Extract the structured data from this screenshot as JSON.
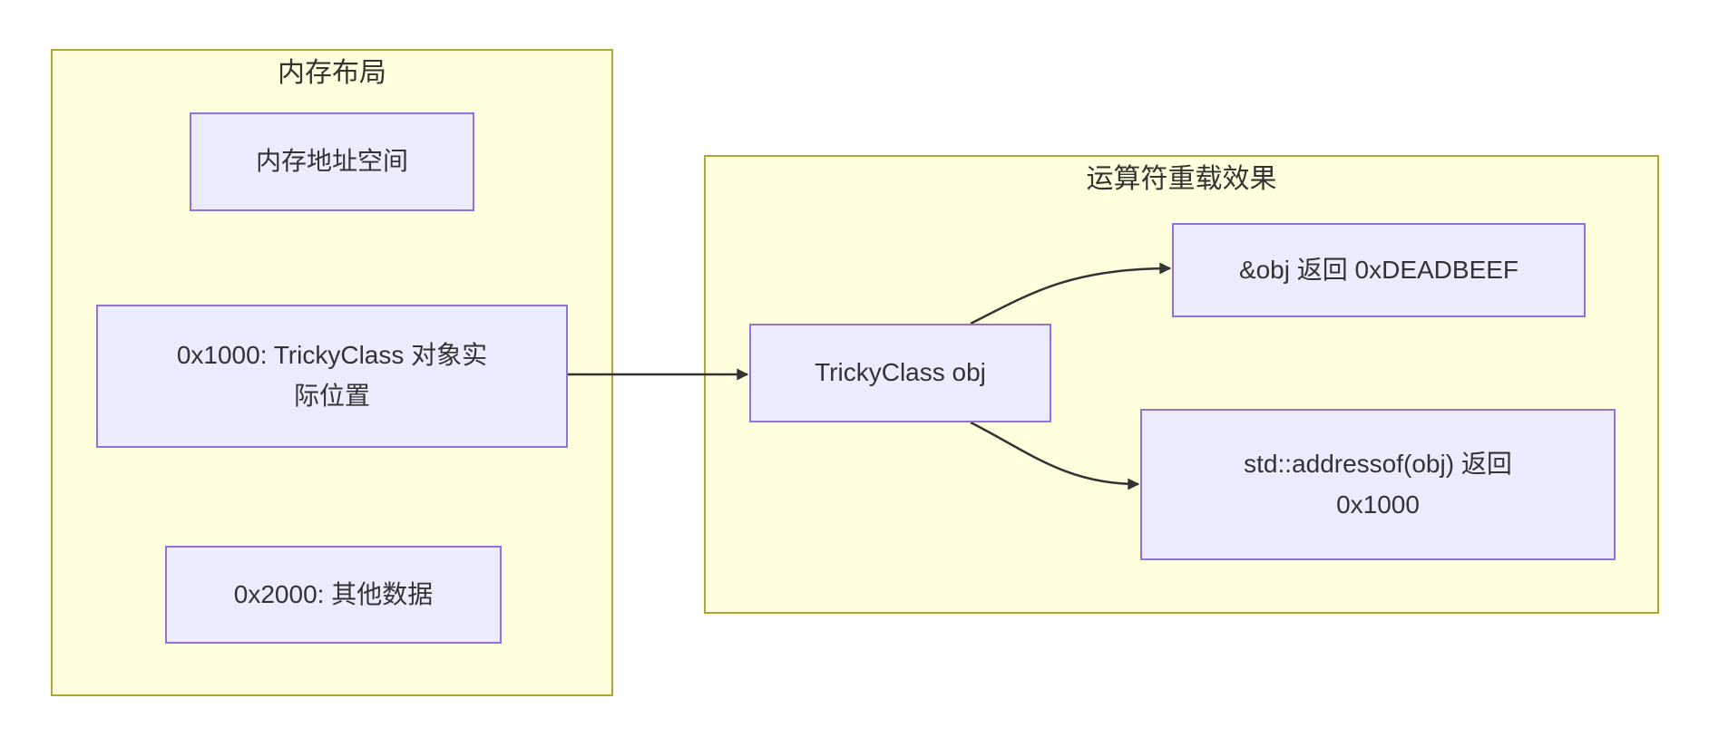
{
  "diagram": {
    "type": "flowchart",
    "direction": "left-to-right",
    "clusters": [
      {
        "id": "memory-layout",
        "title": "内存布局"
      },
      {
        "id": "operator-overload",
        "title": "运算符重载效果"
      }
    ],
    "nodes": {
      "mem_space": {
        "label": "内存地址空间",
        "cluster": "memory-layout"
      },
      "obj_location": {
        "label": "0x1000: TrickyClass 对象实际位置",
        "line1": "0x1000: TrickyClass 对象实",
        "line2": "际位置",
        "cluster": "memory-layout"
      },
      "other_data": {
        "label": "0x2000: 其他数据",
        "cluster": "memory-layout"
      },
      "tricky_obj": {
        "label": "TrickyClass obj",
        "cluster": "operator-overload"
      },
      "deadbeef": {
        "label": "&obj 返回 0xDEADBEEF",
        "cluster": "operator-overload"
      },
      "addressof": {
        "label": "std::addressof(obj) 返回 0x1000",
        "line1": "std::addressof(obj) 返回",
        "line2": "0x1000",
        "cluster": "operator-overload"
      }
    },
    "edges": [
      {
        "from": "obj_location",
        "to": "tricky_obj",
        "style": "straight-arrow"
      },
      {
        "from": "tricky_obj",
        "to": "deadbeef",
        "style": "curved-arrow"
      },
      {
        "from": "tricky_obj",
        "to": "addressof",
        "style": "curved-arrow"
      }
    ],
    "colors": {
      "cluster_fill": "#ffffde",
      "cluster_border": "#aaaa33",
      "node_fill": "#ececff",
      "node_border": "#9370db",
      "text": "#333333",
      "edge": "#333333",
      "background": "#ffffff"
    }
  }
}
